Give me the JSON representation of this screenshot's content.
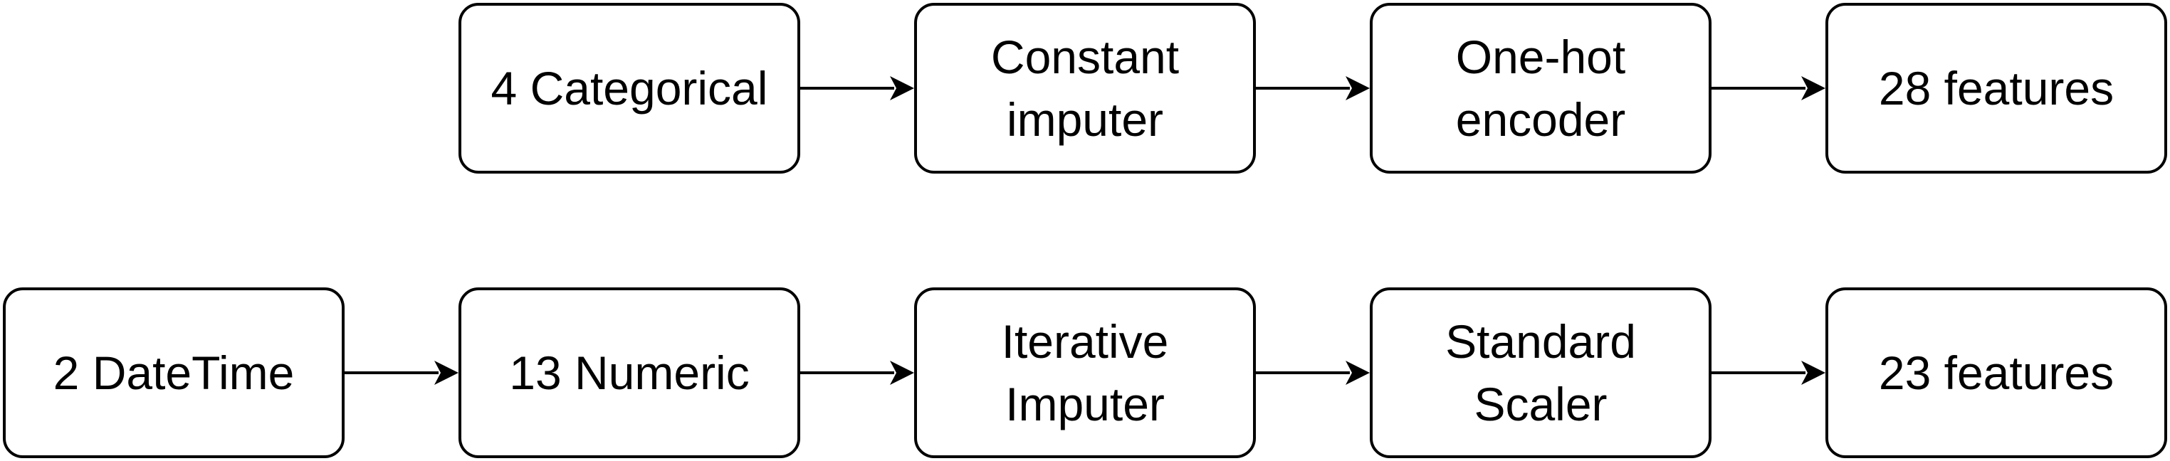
{
  "diagram": {
    "rows": [
      {
        "nodes": [
          {
            "id": "categorical",
            "label": "4 Categorical"
          },
          {
            "id": "constant-imputer",
            "label": "Constant\nimputer"
          },
          {
            "id": "one-hot-encoder",
            "label": "One-hot\nencoder"
          },
          {
            "id": "features-28",
            "label": "28 features"
          }
        ]
      },
      {
        "nodes": [
          {
            "id": "datetime",
            "label": "2 DateTime"
          },
          {
            "id": "numeric",
            "label": "13 Numeric"
          },
          {
            "id": "iterative-imputer",
            "label": "Iterative\nImputer"
          },
          {
            "id": "standard-scaler",
            "label": "Standard\nScaler"
          },
          {
            "id": "features-23",
            "label": "23 features"
          }
        ]
      }
    ],
    "edges": [
      [
        "categorical",
        "constant-imputer"
      ],
      [
        "constant-imputer",
        "one-hot-encoder"
      ],
      [
        "one-hot-encoder",
        "features-28"
      ],
      [
        "datetime",
        "numeric"
      ],
      [
        "numeric",
        "iterative-imputer"
      ],
      [
        "iterative-imputer",
        "standard-scaler"
      ],
      [
        "standard-scaler",
        "features-23"
      ]
    ],
    "colors": {
      "stroke": "#000000",
      "fill": "#ffffff",
      "text": "#000000"
    }
  }
}
